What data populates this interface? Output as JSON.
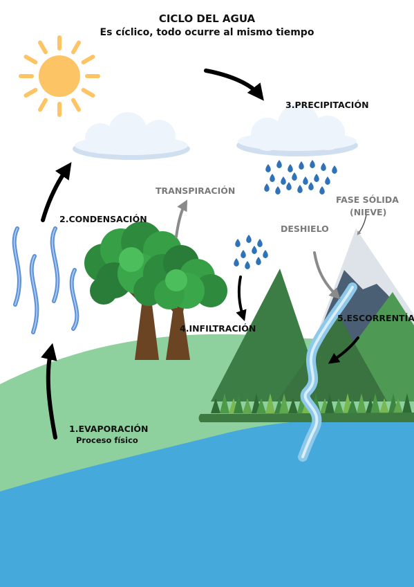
{
  "title": "CICLO DEL AGUA",
  "subtitle": "Es cíclico, todo ocurre al mismo tiempo",
  "labels": {
    "evaporacion": "1.EVAPORACIÓN",
    "evaporacion_sub": "Proceso físico",
    "condensacion": "2.CONDENSACIÓN",
    "precipitacion": "3.PRECIPITACIÓN",
    "infiltracion": "4.INFILTRACIÓN",
    "escorrentia": "5.ESCORRENTÍA",
    "transpiracion": "TRANSPIRACIÓN",
    "deshielo": "DESHIELO",
    "fase_solida": "FASE SÓLIDA",
    "fase_solida_sub": "(NIEVE)"
  },
  "colors": {
    "sun": "#fdc466",
    "sky_cloud": "#eef4fb",
    "cloud_shadow": "#cfdff0",
    "rain": "#2f72b8",
    "ground": "#8fd19e",
    "water": "#45a9dc",
    "mountain_dark": "#3c7c45",
    "mountain_mid": "#4e9a54",
    "mountain_blue": "#4a5f73",
    "snow": "#dde3e8",
    "tree_leaf": "#2e8b3e",
    "trunk": "#6b4423",
    "gray_label": "#7a7a7a"
  }
}
